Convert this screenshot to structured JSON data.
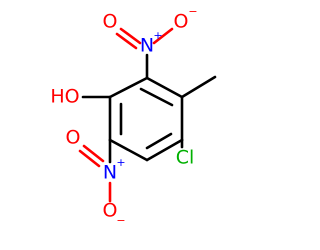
{
  "molecule": {
    "colors": {
      "carbon_bond": "#000000",
      "nitrogen": "#0000ff",
      "oxygen": "#ff0000",
      "chlorine": "#00b000"
    },
    "labels": {
      "hydroxyl": "HO",
      "nitro_top_n": "N",
      "nitro_top_n_charge": "+",
      "nitro_top_o_double": "O",
      "nitro_top_o_single": "O",
      "nitro_top_o_charge": "−",
      "nitro_bottom_n": "N",
      "nitro_bottom_n_charge": "+",
      "nitro_bottom_o_double": "O",
      "nitro_bottom_o_single": "O",
      "nitro_bottom_o_charge": "−",
      "chlorine": "Cl"
    }
  }
}
